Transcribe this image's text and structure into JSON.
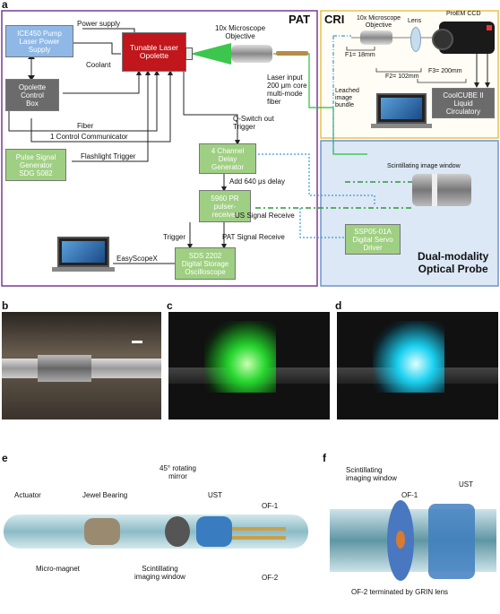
{
  "panels": {
    "a": "a",
    "b": "b",
    "c": "c",
    "d": "d",
    "e": "e",
    "f": "f"
  },
  "regions": {
    "pat": "PAT",
    "cri": "CRI",
    "probe_line1": "Dual-modality",
    "probe_line2": "Optical Probe"
  },
  "boxes": {
    "ice450": [
      "ICE450 Pump",
      "Laser Power",
      "Supply"
    ],
    "opolette_ctrl": [
      "Opolette",
      "Control",
      "Box"
    ],
    "tunable": [
      "Tunable Laser",
      "Opolette"
    ],
    "pulse_gen": [
      "Pulse Signal",
      "Generator",
      "SDG 5082"
    ],
    "delay_gen": [
      "4 Channel",
      "Delay",
      "Generator"
    ],
    "pulser": [
      "5960 PR",
      "pulser-",
      "receiver"
    ],
    "sds": [
      "SDS 2202",
      "Digital Storage",
      "Oscilloscope"
    ],
    "coolcube": [
      "CoolCUBE II",
      "Liquid",
      "Circulatory"
    ],
    "ssp": [
      "SSP05-01A",
      "Digital Servo",
      "Driver"
    ]
  },
  "labels": {
    "power_supply": "Power supply",
    "coolant": "Coolant",
    "fiber": "Fiber",
    "control_comm": "1 Control Communicator",
    "flashlight": "Flashlight Trigger",
    "objective_pat": [
      "10x Microscope",
      "Objective"
    ],
    "laser_input": [
      "Laser input",
      "200 μm core",
      "multi-mode",
      "fiber"
    ],
    "qswitch": [
      "Q-Switch out",
      "Trigger"
    ],
    "add_delay": "Add 640 μs delay",
    "us_signal": "US Signal Receive",
    "pat_signal": "PAT Signal Receive",
    "trigger": "Trigger",
    "easyscope": "EasyScopeX",
    "cri_objective": [
      "10x Microscope",
      "Objective"
    ],
    "lens": "Lens",
    "proem": "ProEM CCD",
    "f1": "F1= 18mm",
    "f2": "F2= 102mm",
    "f3": "F3= 200mm",
    "leached": [
      "Leached",
      "image",
      "bundle"
    ],
    "scint_window": "Scintillating image window"
  },
  "panel_e_labels": {
    "actuator": "Actuator",
    "jewel": "Jewel Bearing",
    "mirror": [
      "45° rotating",
      "mirror"
    ],
    "ust": "UST",
    "of1": "OF-1",
    "of2": "OF-2",
    "magnet": "Micro-magnet",
    "scint": [
      "Scintillating",
      "imaging window"
    ]
  },
  "panel_f_labels": {
    "scint": [
      "Scintillating",
      "imaging window"
    ],
    "of1": "OF-1",
    "ust": "UST",
    "of2": "OF-2 terminated by GRIN lens"
  },
  "colors": {
    "pat_border": "#7a3a95",
    "cri_border": "#e8c24a",
    "probe_border": "#6e93c8",
    "probe_fill": "#dce8f5",
    "green_beam": "#27c03a",
    "dash_blue": "#3a9ad9",
    "dashdot_green": "#2a9a3a"
  }
}
